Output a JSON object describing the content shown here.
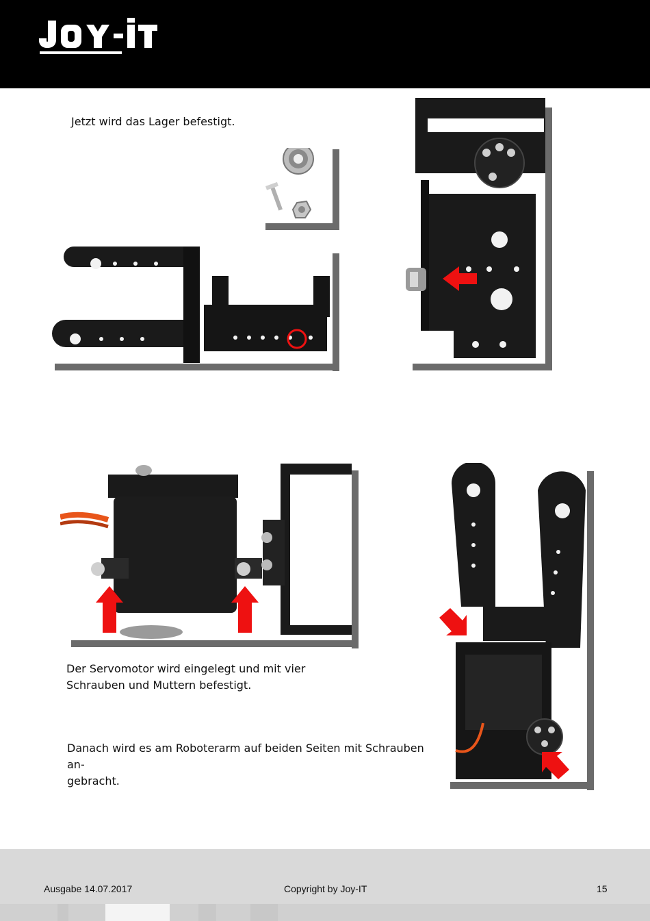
{
  "header": {
    "logo_text": "JOY-IT",
    "logo_icon": "joy-it-logo"
  },
  "content": {
    "caption_bearing": "Jetzt wird das Lager befestigt.",
    "caption_servo_lines": [
      "Der Servomotor wird eingelegt und mit vier",
      "Schrauben und Muttern befestigt."
    ],
    "caption_arm_lines": [
      "Danach wird es am Roboterarm auf beiden Seiten mit Schrauben an-",
      "gebracht."
    ]
  },
  "colors": {
    "header": "#000000",
    "footer": "#d9d9d9",
    "arrow": "#ee1111",
    "bracket": "#1a1a1a",
    "frame": "#6b6b6b"
  },
  "footer": {
    "edition": "Ausgabe 14.07.2017",
    "copyright": "Copyright by Joy-IT",
    "page_number": "15"
  }
}
